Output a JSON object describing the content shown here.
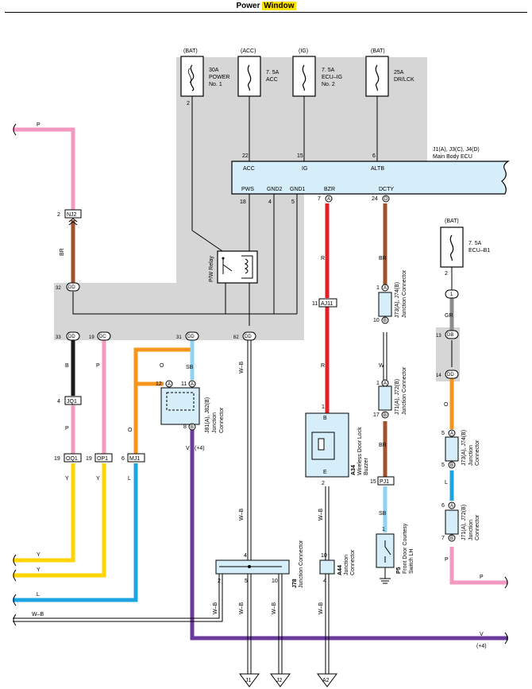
{
  "title": {
    "prefix": "Power ",
    "highlight": "Window"
  },
  "colors": {
    "pink": "#f49ac2",
    "brown": "#a0522d",
    "black": "#1a1a1a",
    "orange": "#f7941d",
    "yellow": "#ffd400",
    "blue": "#1ca3e0",
    "lightblue": "#8fd3f3",
    "purple": "#6a3a9c",
    "red": "#e31e24",
    "gray": "#8c8c8c",
    "shade": "#d6d6d6",
    "ecu": "#d5eef9"
  },
  "fuses": [
    {
      "supply": "(BAT)",
      "label1": "30A",
      "label2": "POWER",
      "label3": "No. 1",
      "pin": "2"
    },
    {
      "supply": "(ACC)",
      "label1": "7. 5A",
      "label2": "ACC",
      "label3": "",
      "pin": "22"
    },
    {
      "supply": "(IG)",
      "label1": "7. 5A",
      "label2": "ECU–IG",
      "label3": "No. 2",
      "pin": "15"
    },
    {
      "supply": "(BAT)",
      "label1": "25A",
      "label2": "DR/LCK",
      "label3": "",
      "pin": "6"
    },
    {
      "supply": "(BAT)",
      "label1": "7. 5A",
      "label2": "ECU–B1",
      "label3": "",
      "pin": "2"
    }
  ],
  "ecu": {
    "title1": "J1(A), J3(C), J4(D)",
    "title2": "Main Body ECU",
    "top_pins": [
      "ACC",
      "IG",
      "ALTB"
    ],
    "bottom_pins": [
      "PWS",
      "GND2",
      "GND1",
      "BZR",
      "DCTY"
    ],
    "bottom_nums": [
      "18",
      "4",
      "5",
      "7",
      "24"
    ],
    "bottom_conn": [
      "A",
      "D"
    ]
  },
  "relay": {
    "label": "P/W Relay"
  },
  "wires": {
    "p": "P",
    "br": "BR",
    "b": "B",
    "o": "O",
    "sb": "SB",
    "w_b": "W–B",
    "r": "R",
    "w": "W",
    "y": "Y",
    "l": "L",
    "v": "V",
    "gr": "GR",
    "plus4": "(+4)"
  },
  "connectors": {
    "nj2": "NJ2",
    "jq1": "JQ1",
    "oq1": "OQ1",
    "op1": "OP1",
    "mj1": "MJ1",
    "aj11": "AJ11",
    "pj1": "PJ1",
    "dd": "DD",
    "dc": "DC",
    "db": "DB"
  },
  "pins": {
    "p2": "2",
    "p32": "32",
    "p33": "33",
    "p19": "19",
    "p31": "31",
    "p62": "62",
    "p4": "4",
    "p12": "12",
    "p11": "11",
    "p8": "8",
    "p6": "6",
    "p1": "1",
    "p10": "10",
    "p17": "17",
    "p15": "15",
    "p13": "13",
    "p14": "14",
    "p5": "5",
    "p7": "7",
    "pA": "A",
    "pB": "B",
    "pD": "D",
    "pE": "E"
  },
  "components": {
    "j81": [
      "J81(A), J82(B)",
      "Junction",
      "Connector"
    ],
    "a34": [
      "A34",
      "Wireless Door Lock",
      "Buzzer"
    ],
    "j73": [
      "J73(A), J74(B)",
      "Junction Connector"
    ],
    "j71": [
      "J71(A), J72(B)",
      "Junction Connector"
    ],
    "j73b": [
      "J73(A), J74(B)",
      "Junction",
      "Connector"
    ],
    "j71b": [
      "J71(A), J72(B)",
      "Junction",
      "Connector"
    ],
    "j78": [
      "J78",
      "Junction Connector"
    ],
    "a44": [
      "A44",
      "Junction",
      "Connector"
    ],
    "p5": [
      "P5",
      "Front Door Courtesy",
      "Switch LH"
    ]
  },
  "grounds": [
    "J1",
    "J2",
    "A2"
  ]
}
